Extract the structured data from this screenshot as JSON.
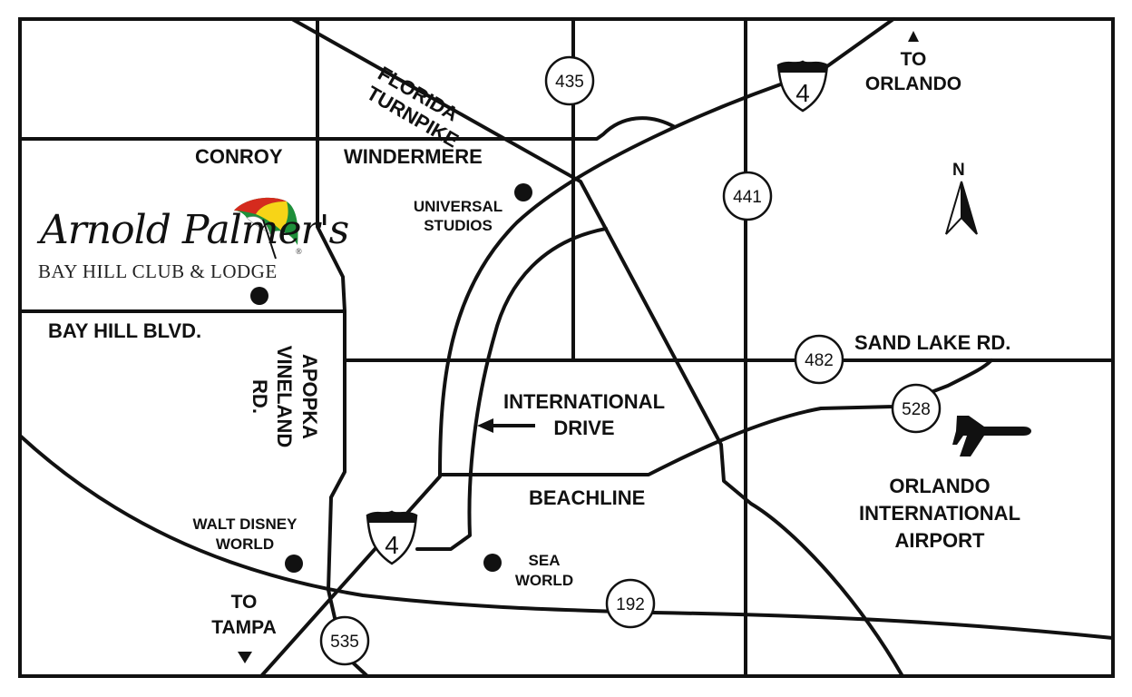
{
  "roads": {
    "florida_turnpike": "FLORIDA TURNPIKE",
    "sand_lake": "SAND LAKE RD.",
    "bay_hill_blvd": "BAY HILL BLVD.",
    "apopka_vineland": "APOPKA VINELAND RD.",
    "international_drive_line1": "INTERNATIONAL",
    "international_drive_line2": "DRIVE",
    "beachline": "BEACHLINE"
  },
  "places": {
    "conroy": "CONROY",
    "windermere": "WINDERMERE",
    "universal_line1": "UNIVERSAL",
    "universal_line2": "STUDIOS",
    "disney_line1": "WALT DISNEY",
    "disney_line2": "WORLD",
    "seaworld_line1": "SEA",
    "seaworld_line2": "WORLD",
    "airport_line1": "ORLANDO",
    "airport_line2": "INTERNATIONAL",
    "airport_line3": "AIRPORT"
  },
  "directions": {
    "to_orlando_line1": "TO",
    "to_orlando_line2": "ORLANDO",
    "to_tampa_line1": "TO",
    "to_tampa_line2": "TAMPA",
    "north": "N"
  },
  "shields": {
    "sr435": "435",
    "sr441": "441",
    "sr482": "482",
    "sr528": "528",
    "us192": "192",
    "sr535": "535",
    "i4_north": "4",
    "i4_south": "4"
  },
  "logo": {
    "script": "Arnold Palmer's",
    "name": "BAY HILL CLUB & LODGE",
    "registered": "®",
    "umbrella_colors": [
      "#d52b1e",
      "#f7d417",
      "#ffffff",
      "#1e8f3a"
    ]
  },
  "icons": {
    "airport": "airplane-icon",
    "north": "north-arrow-icon",
    "location": "location-dot-icon"
  }
}
